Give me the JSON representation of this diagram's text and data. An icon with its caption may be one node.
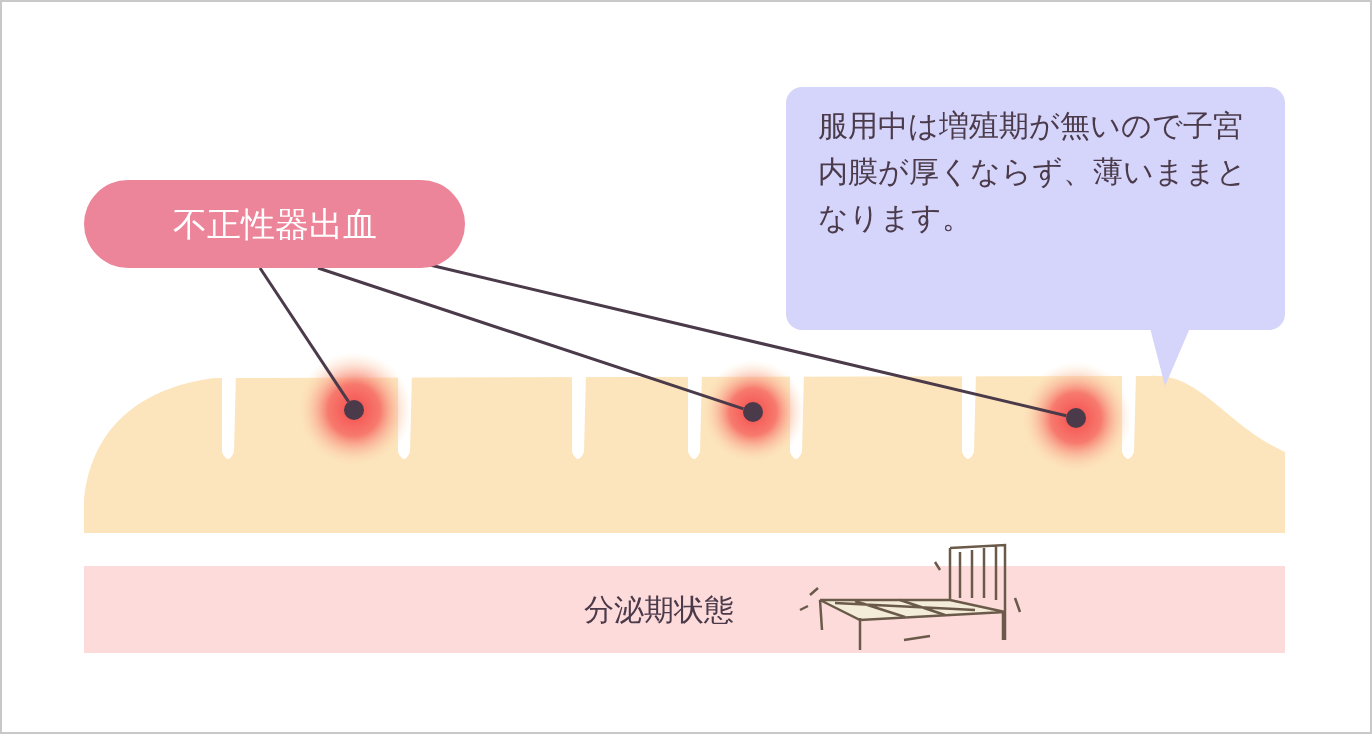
{
  "diagram": {
    "nodes": [
      {
        "text": [
          "不正性器出血"
        ]
      },
      {
        "text": [],
        "shape": "circle"
      },
      {
        "text": [],
        "shape": "circle"
      },
      {
        "text": [],
        "shape": "circle"
      },
      {
        "text": [
          "服用中は増殖期が無いので子宮内膜が厚くならず、薄いままとなります。"
        ]
      },
      {
        "text": [
          "分泌期状態"
        ]
      }
    ],
    "edges": [
      {
        "from": 0,
        "to": 1,
        "arrow": "none"
      },
      {
        "from": 0,
        "to": 2,
        "arrow": "none"
      },
      {
        "from": 0,
        "to": 3,
        "arrow": "none"
      }
    ]
  }
}
